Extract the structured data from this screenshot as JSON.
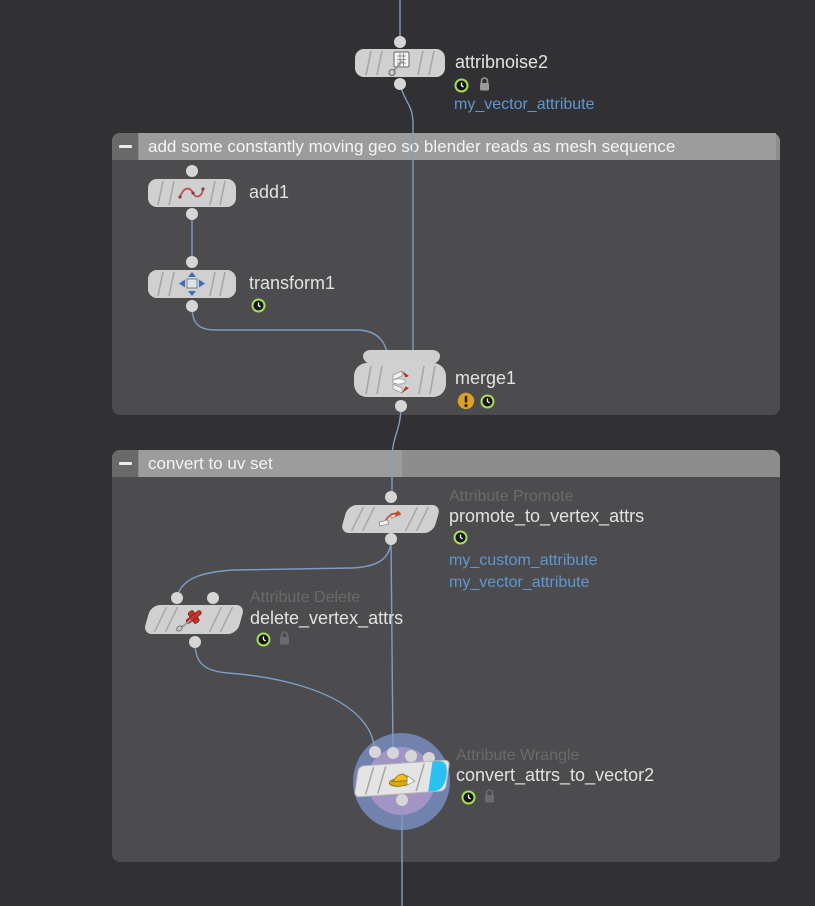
{
  "editor": {
    "tool": "network-editor",
    "colors": {
      "background": "#313133",
      "network_box_body": "#4c4c4e",
      "network_box_header": "#8d8d8d",
      "network_box_title_bg": "#9c9c9c",
      "node_body": "#d0d0d0",
      "wire": "#7e9dc4",
      "attribute_text": "#5f97d3",
      "selected_halo_outer": "#7282ae",
      "selected_halo_inner": "#a394c6",
      "display_flag": "#2ac1f2",
      "time_dependent_badge_ring": "#a6de55",
      "warning_badge": "#d9a21f"
    },
    "icons": {
      "collapse": "minus-icon",
      "time_dependent": "clock-badge-icon",
      "locked": "padlock-icon",
      "warning": "exclamation-badge-icon",
      "display_flag": "blue-flag"
    }
  },
  "boxes": [
    {
      "title": "add some constantly moving geo so blender reads as mesh sequence"
    },
    {
      "title": "convert to uv set"
    }
  ],
  "nodes": [
    {
      "name": "attribnoise2",
      "type_label": "",
      "badges": [
        "time-dependent",
        "locked"
      ],
      "attributes": [
        "my_vector_attribute"
      ]
    },
    {
      "name": "add1",
      "badges": []
    },
    {
      "name": "transform1",
      "badges": [
        "time-dependent"
      ]
    },
    {
      "name": "merge1",
      "badges": [
        "warning",
        "time-dependent"
      ]
    },
    {
      "name": "promote_to_vertex_attrs",
      "type_label": "Attribute Promote",
      "badges": [
        "time-dependent"
      ],
      "attributes": [
        "my_custom_attribute",
        "my_vector_attribute"
      ]
    },
    {
      "name": "delete_vertex_attrs",
      "type_label": "Attribute Delete",
      "badges": [
        "time-dependent",
        "locked-faded"
      ]
    },
    {
      "name": "convert_attrs_to_vector2",
      "type_label": "Attribute Wrangle",
      "badges": [
        "time-dependent",
        "locked-faded"
      ],
      "selected": true
    }
  ]
}
